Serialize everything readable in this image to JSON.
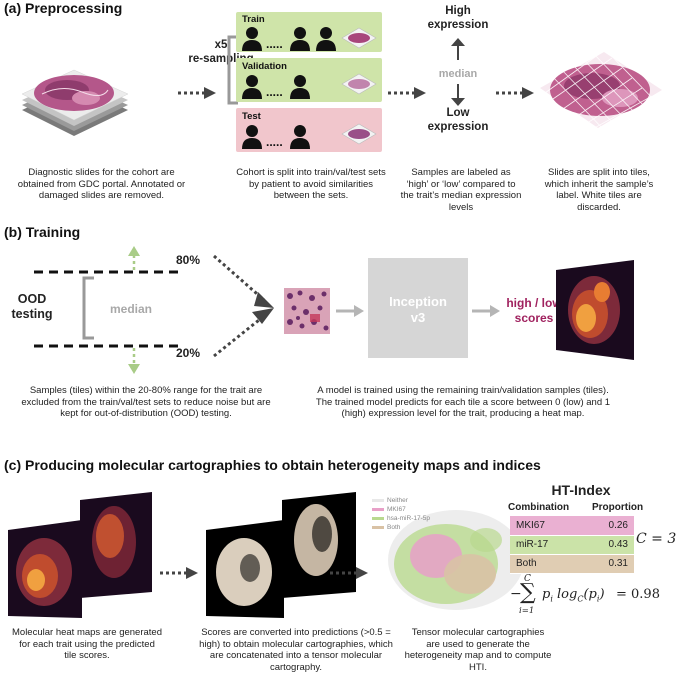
{
  "section_a": {
    "title": "(a) Preprocessing",
    "resampling_label": "x5\nre-sampling",
    "sets": [
      {
        "label": "Train",
        "color": "#cfe4a9"
      },
      {
        "label": "Validation",
        "color": "#cfe4a9"
      },
      {
        "label": "Test",
        "color": "#f1c6cc"
      }
    ],
    "ellipsis": "......",
    "high_expression": "High\nexpression",
    "median_label": "median",
    "low_expression": "Low\nexpression",
    "captions": [
      "Diagnostic slides for the cohort are obtained from GDC portal. Annotated or damaged slides are removed.",
      "Cohort is split into train/val/test sets by patient to avoid similarities between the sets.",
      "Samples are labeled as ‘high’ or ‘low’ compared to the trait’s median expression levels",
      "Slides are split into tiles, which inherit the sample’s label. White tiles are discarded."
    ]
  },
  "section_b": {
    "title": "(b) Training",
    "pct_80": "80%",
    "pct_20": "20%",
    "ood_label": "OOD\ntesting",
    "median_label": "median",
    "model_label": "Inception\nv3",
    "scores_label": "high / low\nscores",
    "captions": [
      "Samples (tiles) within the 20-80% range for the trait are excluded from the train/val/test sets to reduce noise but are kept for out-of-distribution (OOD) testing.",
      "A model is trained using the remaining train/validation samples (tiles). The trained model predicts for each tile a score between 0 (low) and 1 (high) expression level for the trait, producing a heat map."
    ]
  },
  "section_c": {
    "title": "(c) Producing molecular cartographies to obtain heterogeneity maps and indices",
    "legend": [
      {
        "label": "Neither",
        "color": "#e8e8e8"
      },
      {
        "label": "MKI67",
        "color": "#e8a0c8"
      },
      {
        "label": "hsa-miR-17-5p",
        "color": "#b9d98f"
      },
      {
        "label": "Both",
        "color": "#d9c2a5"
      }
    ],
    "ht_index": {
      "title": "HT-Index",
      "col_combination": "Combination",
      "col_proportion": "Proportion",
      "rows": [
        {
          "combination": "MKI67",
          "proportion": "0.26",
          "color": "#eab0d2"
        },
        {
          "combination": "miR-17",
          "proportion": "0.43",
          "color": "#cbe3a8"
        },
        {
          "combination": "Both",
          "proportion": "0.31",
          "color": "#e0cdb3"
        }
      ],
      "c_eq": "C = 3",
      "formula_result": "= 0.98"
    },
    "captions": [
      "Molecular heat maps are generated for each trait using the predicted tile scores.",
      "Scores are converted into predictions (>0.5 = high) to obtain molecular cartographies, which are concatenated into a tensor molecular cartography.",
      "Tensor molecular cartographies are used to generate the heterogeneity map and to compute HTI."
    ]
  }
}
